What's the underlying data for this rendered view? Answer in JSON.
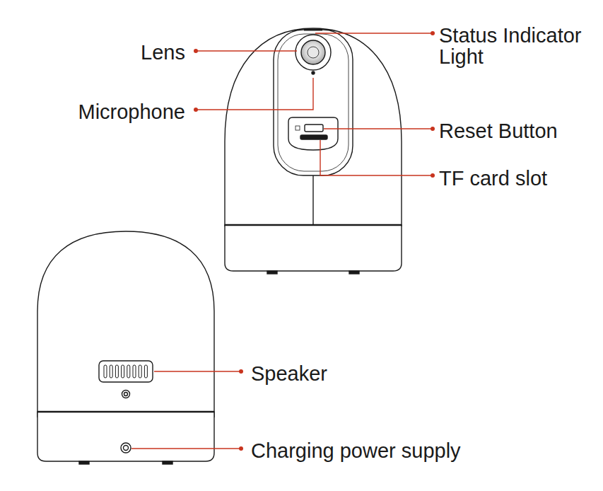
{
  "diagram": {
    "labels": [
      "Lens",
      "Microphone",
      "Status Indicator Light",
      "Reset Button",
      "TF card slot",
      "Speaker",
      "Charging power supply"
    ]
  }
}
